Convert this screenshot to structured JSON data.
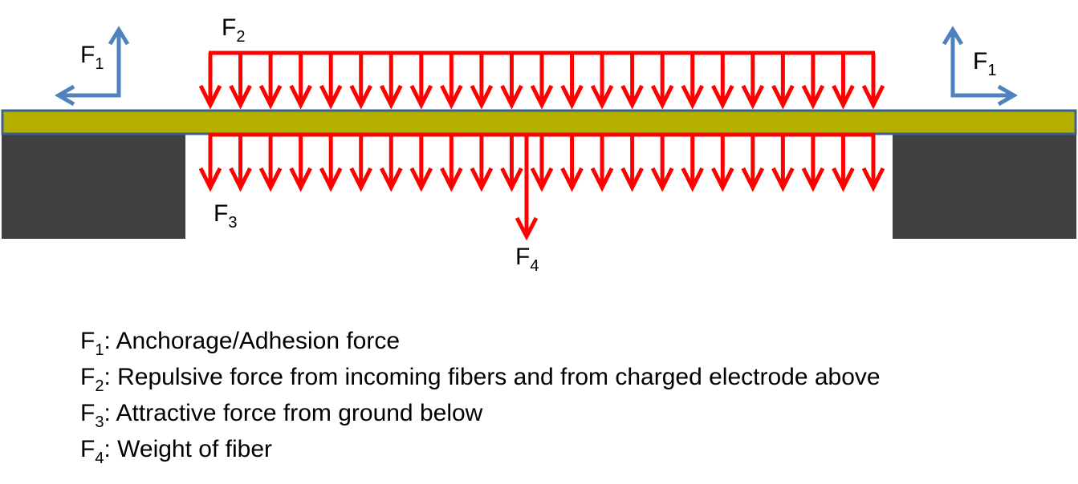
{
  "colors": {
    "force_red": "#ff0000",
    "anchor_blue": "#4f81bd",
    "fiber_fill": "#b5b000",
    "fiber_border": "#3c5f8e",
    "support_dark": "#404040"
  },
  "diagram_labels": {
    "f1_left": {
      "main": "F",
      "sub": "1"
    },
    "f1_right": {
      "main": "F",
      "sub": "1"
    },
    "f2": {
      "main": "F",
      "sub": "2"
    },
    "f3": {
      "main": "F",
      "sub": "3"
    },
    "f4": {
      "main": "F",
      "sub": "4"
    }
  },
  "legend": [
    {
      "main": "F",
      "sub": "1",
      "text": ": Anchorage/Adhesion force"
    },
    {
      "main": "F",
      "sub": "2",
      "text": ": Repulsive force from incoming fibers and from charged electrode above"
    },
    {
      "main": "F",
      "sub": "3",
      "text": ": Attractive force from ground below"
    },
    {
      "main": "F",
      "sub": "4",
      "text": ": Weight of fiber"
    }
  ]
}
